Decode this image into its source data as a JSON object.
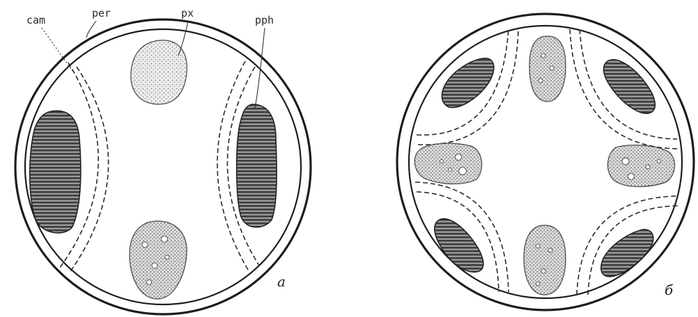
{
  "figure": {
    "panel_a": {
      "letter": "a",
      "labels": {
        "cam": "cam",
        "per": "per",
        "px": "px",
        "pph": "pph"
      }
    },
    "panel_b": {
      "letter": "б"
    }
  },
  "colors": {
    "outline": "#1d1d1d",
    "xylem_fill": "#e6e6e6",
    "phloem_fill": "#6b6b6b",
    "background": "#ffffff"
  }
}
